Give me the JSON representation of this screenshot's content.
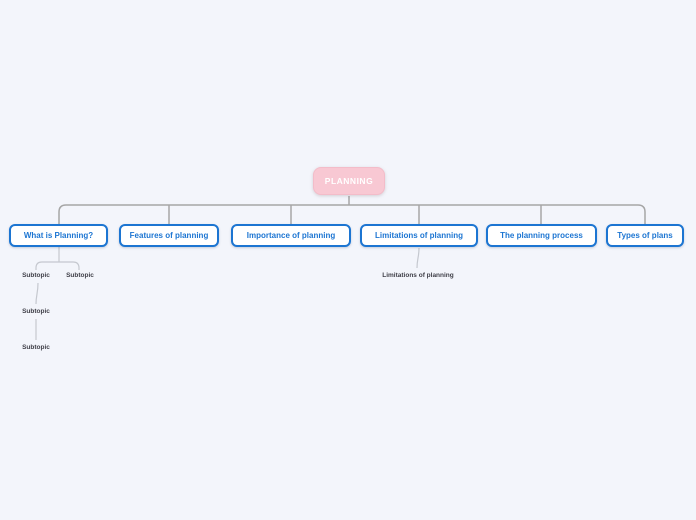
{
  "colors": {
    "background": "#f3f5fb",
    "root_fill": "#f8c8d3",
    "root_text": "#ffffff",
    "child_border": "#1c75d2",
    "child_text": "#1c75d2",
    "connector": "#a6a6a6",
    "sub_connector": "#c5c8cf",
    "subtopic_text": "#3e3e47"
  },
  "mindmap": {
    "root": {
      "label": "PLANNING"
    },
    "children": [
      {
        "label": "What is Planning?",
        "subtopics": [
          "Subtopic",
          "Subtopic",
          "Subtopic",
          "Subtopic"
        ]
      },
      {
        "label": "Features of planning",
        "subtopics": []
      },
      {
        "label": "Importance of planning",
        "subtopics": []
      },
      {
        "label": "Limitations of planning",
        "subtopics": [
          "Limitations of planning"
        ]
      },
      {
        "label": "The planning process",
        "subtopics": []
      },
      {
        "label": "Types of plans",
        "subtopics": []
      }
    ]
  }
}
